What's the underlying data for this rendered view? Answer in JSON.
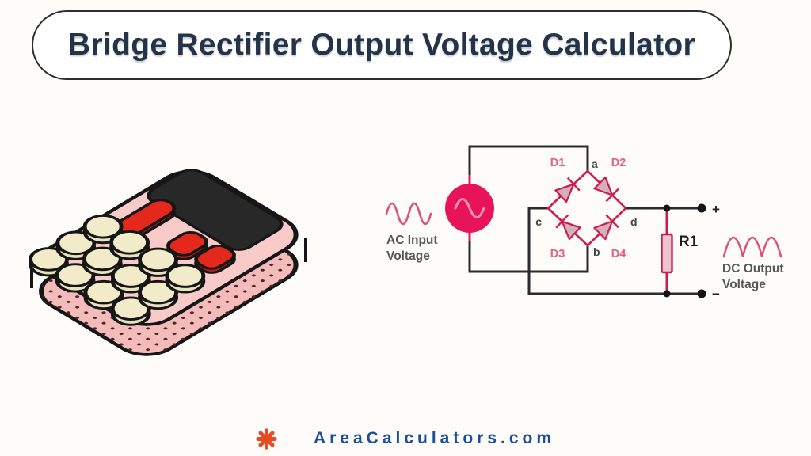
{
  "title": {
    "text": "Bridge Rectifier Output Voltage Calculator",
    "color": "#233448"
  },
  "circuit": {
    "ac_label": [
      "AC Input",
      "Voltage"
    ],
    "dc_label": [
      "DC Output",
      "Voltage"
    ],
    "resistor_label": "R1",
    "diodes": [
      "D1",
      "D2",
      "D3",
      "D4"
    ],
    "nodes": [
      "a",
      "b",
      "c",
      "d"
    ],
    "plus": "+",
    "minus": "−",
    "colors": {
      "wire": "#2b2b2b",
      "accent_crimson": "#e8145a",
      "diode_stroke": "#cf1a4e",
      "diode_fill": "#d2b2ba",
      "wave_pink": "#de4f74",
      "label_gray": "#565656",
      "resistor_fill": "#eac4cf"
    }
  },
  "illustration": {
    "name": "cartoon calculator",
    "colors": {
      "body_top": "#f8cbc9",
      "body_side": "#f3bcba",
      "screen": "#282828",
      "button_cream": "#f1ebc9",
      "button_red": "#e4291c",
      "outline": "#161616"
    }
  },
  "footer": {
    "site": "AreaCalculators.com",
    "star_color": "#e64b24",
    "text_color": "#1c4d9c"
  }
}
